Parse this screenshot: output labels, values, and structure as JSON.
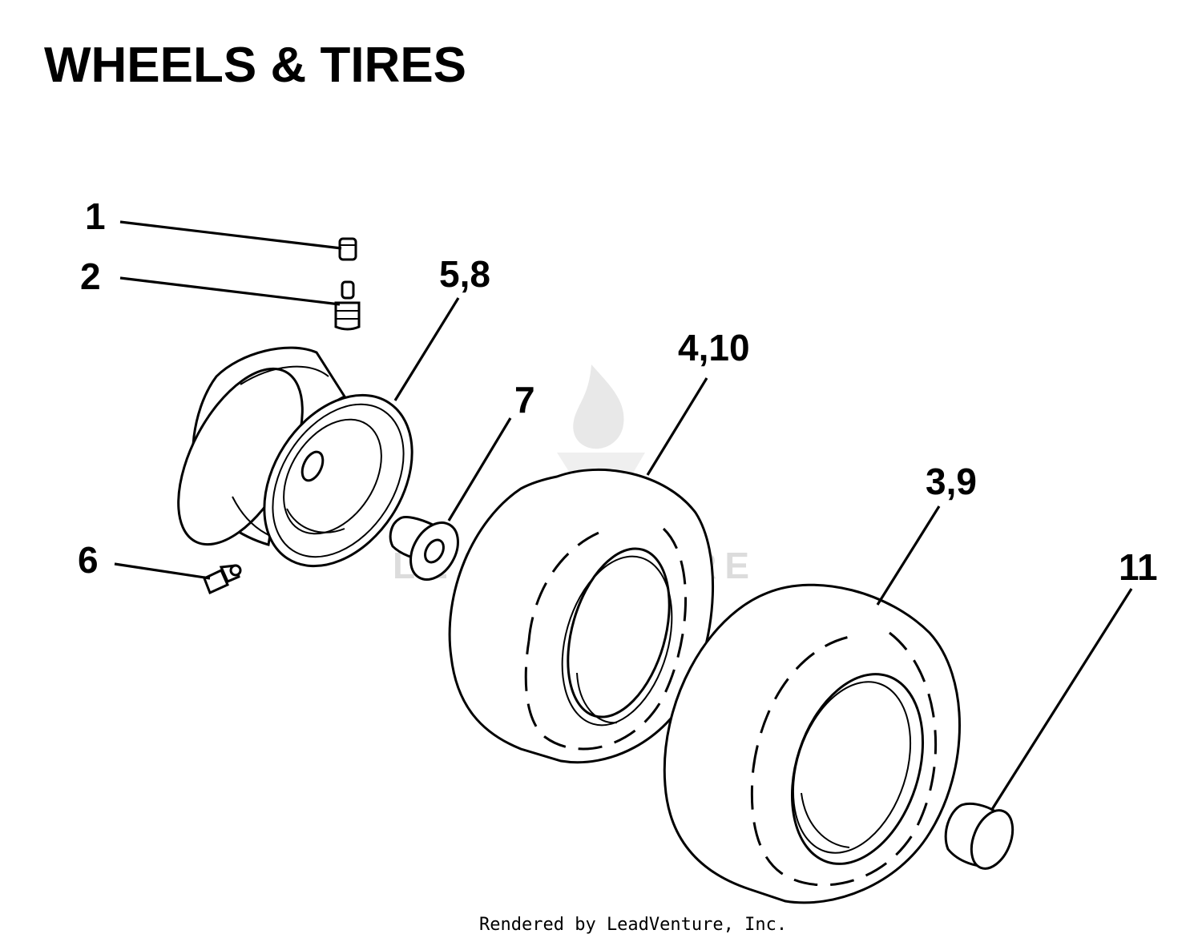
{
  "title": "WHEELS & TIRES",
  "callouts": {
    "c1": "1",
    "c2": "2",
    "c58": "5,8",
    "c410": "4,10",
    "c7": "7",
    "c39": "3,9",
    "c6": "6",
    "c11": "11"
  },
  "watermark": "LEADVENTURE",
  "footer": "Rendered by LeadVenture, Inc.",
  "colors": {
    "line": "#000000",
    "background": "#ffffff",
    "watermark": "#d9d9d9"
  }
}
